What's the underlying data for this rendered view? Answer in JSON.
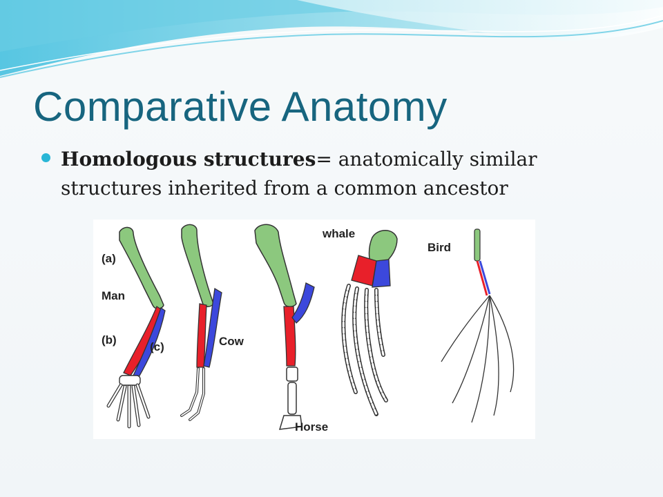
{
  "slide": {
    "title": "Comparative Anatomy",
    "bullet": {
      "term": "Homologous structures",
      "definition": "= anatomically similar structures inherited from a common ancestor"
    }
  },
  "figure": {
    "labels": {
      "a": "(a)",
      "man": "Man",
      "b": "(b)",
      "c": "(c)",
      "cow": "Cow",
      "whale": "whale",
      "bird": "Bird",
      "horse": "Horse"
    },
    "colors": {
      "humerus": "#8cc87e",
      "radius": "#e8202a",
      "ulna": "#3c48dc",
      "outline": "#333333"
    }
  }
}
